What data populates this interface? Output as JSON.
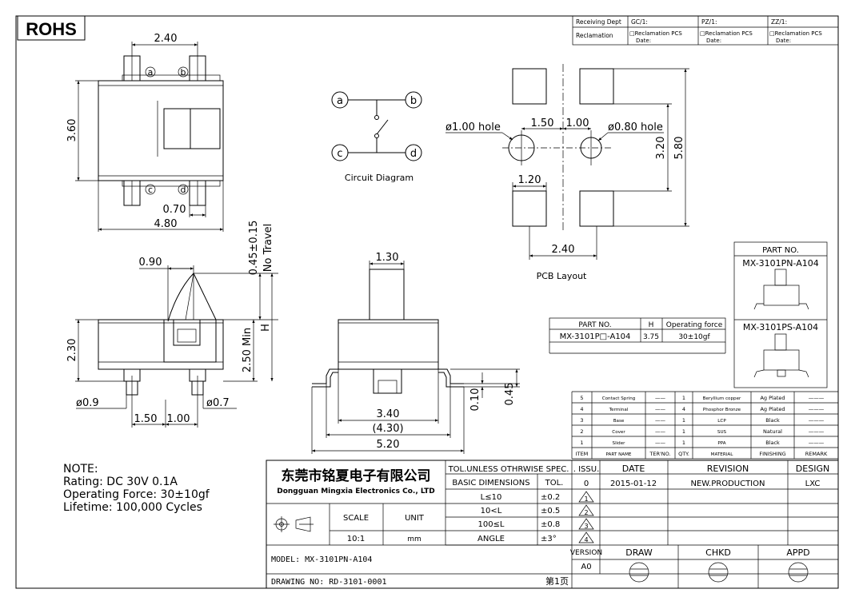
{
  "logo": "ROHS",
  "receiving": {
    "receiving_dept": "Receiving Dept",
    "gc": "GC/1:",
    "pz": "PZ/1:",
    "zz": "ZZ/1:",
    "reclamation": "Reclamation",
    "reclamation_pcs": "□Reclamation  PCS",
    "date": "Date:"
  },
  "top_view": {
    "dim_top": "2.40",
    "dim_height": "3.60",
    "dim_bottom_small": "0.70",
    "dim_bottom": "4.80",
    "pins": [
      "a",
      "b",
      "c",
      "d"
    ]
  },
  "circuit": {
    "title": "Circuit Diagram",
    "nodes": [
      "a",
      "b",
      "c",
      "d"
    ]
  },
  "pcb": {
    "title": "PCB Layout",
    "hole_left": "ø1.00  hole",
    "hole_right": "ø0.80  hole",
    "dim_150": "1.50",
    "dim_100": "1.00",
    "dim_320": "3.20",
    "dim_580": "5.80",
    "dim_120": "1.20",
    "dim_240": "2.40"
  },
  "side_view": {
    "dim_090": "0.90",
    "dim_045": "0.45±0.15",
    "no_travel": "No Travel",
    "dim_230": "2.30",
    "dim_250": "2.50 Min",
    "dim_h": "H",
    "dim_phi09": "ø0.9",
    "dim_phi07": "ø0.7",
    "dim_150": "1.50",
    "dim_100": "1.00"
  },
  "front_view": {
    "dim_130": "1.30",
    "dim_340": "3.40",
    "dim_430": "(4.30)",
    "dim_520": "5.20",
    "dim_010": "0.10",
    "dim_045": "0.45"
  },
  "part_table": {
    "headers": [
      "PART NO.",
      "H",
      "Operating force"
    ],
    "row": [
      "MX-3101P□-A104",
      "3.75",
      "30±10gf"
    ]
  },
  "part_no_box": {
    "title": "PART NO.",
    "items": [
      "MX-3101PN-A104",
      "MX-3101PS-A104"
    ]
  },
  "bom": {
    "rows": [
      [
        "5",
        "Contact Spring",
        "——",
        "1",
        "Beryllium copper",
        "Ag Plated",
        "———"
      ],
      [
        "4",
        "Terminal",
        "——",
        "4",
        "Phosphor Bronze",
        "Ag Plated",
        "———"
      ],
      [
        "3",
        "Base",
        "——",
        "1",
        "LCP",
        "Black",
        "———"
      ],
      [
        "2",
        "Cover",
        "——",
        "1",
        "SUS",
        "Natural",
        "———"
      ],
      [
        "1",
        "Slider",
        "——",
        "1",
        "PPA",
        "Black",
        "———"
      ]
    ],
    "headers": [
      "ITEM",
      "PART NAME",
      "TER'NO.",
      "QTY.",
      "MATERIAL",
      "FINISHING",
      "REMARK"
    ]
  },
  "notes": {
    "title": "NOTE:",
    "lines": [
      "Rating: DC 30V 0.1A",
      "Operating Force: 30±10gf",
      "Lifetime: 100,000 Cycles"
    ]
  },
  "title_block": {
    "company_cn": "东莞市铭夏电子有限公司",
    "company_en": "Dongguan Mingxia Electronics Co., LTD",
    "tol_title": "TOL.UNLESS OTHRWISE SPEC.",
    "basic_dim": "BASIC DIMENSIONS",
    "tol": "TOL.",
    "tol_rows": [
      [
        "L≤10",
        "±0.2"
      ],
      [
        "10<L",
        "±0.5"
      ],
      [
        "100≤L",
        "±0.8"
      ],
      [
        "ANGLE",
        "±3°"
      ]
    ],
    "scale_label": "SCALE",
    "unit_label": "UNIT",
    "scale_value": "10:1",
    "unit_value": "mm",
    "issu": ". ISSU.",
    "date": "DATE",
    "revision": "REVISION",
    "design": "DESIGN",
    "issu_value": "0",
    "date_value": "2015-01-12",
    "revision_value": "NEW.PRODUCTION",
    "design_value": "LXC",
    "rev_marks": [
      "1",
      "2",
      "3",
      "4"
    ],
    "version": "VERSION",
    "version_value": "A0",
    "draw": "DRAW",
    "chkd": "CHKD",
    "appd": "APPD",
    "model": "MODEL:  MX-3101PN-A104",
    "drawing_no": "DRAWING NO:  RD-3101-0001",
    "page": "第1页"
  }
}
